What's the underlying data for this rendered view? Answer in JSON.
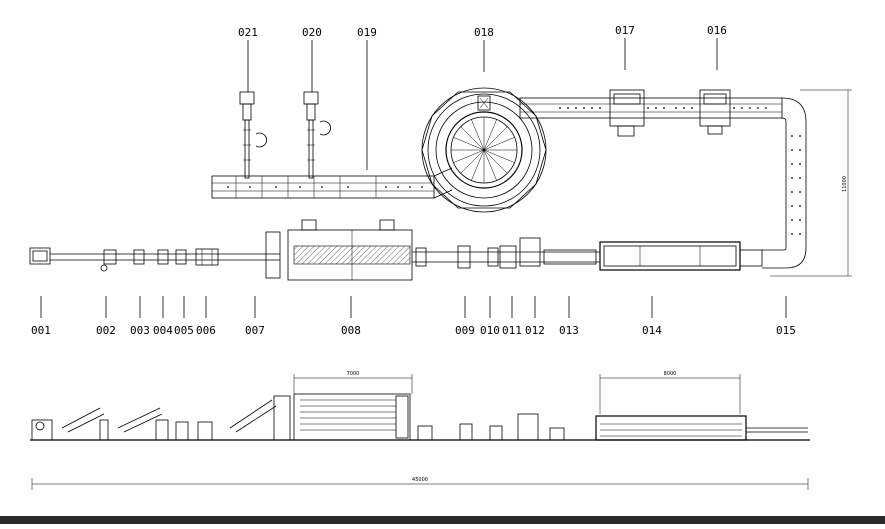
{
  "callouts_top": [
    {
      "id": "021",
      "label": "021"
    },
    {
      "id": "020",
      "label": "020"
    },
    {
      "id": "019",
      "label": "019"
    },
    {
      "id": "018",
      "label": "018"
    },
    {
      "id": "017",
      "label": "017"
    },
    {
      "id": "016",
      "label": "016"
    }
  ],
  "callouts_bottom": [
    {
      "id": "001",
      "label": "001"
    },
    {
      "id": "002",
      "label": "002"
    },
    {
      "id": "003",
      "label": "003"
    },
    {
      "id": "004",
      "label": "004"
    },
    {
      "id": "005",
      "label": "005"
    },
    {
      "id": "006",
      "label": "006"
    },
    {
      "id": "007",
      "label": "007"
    },
    {
      "id": "008",
      "label": "008"
    },
    {
      "id": "009",
      "label": "009"
    },
    {
      "id": "010",
      "label": "010"
    },
    {
      "id": "011",
      "label": "011"
    },
    {
      "id": "012",
      "label": "012"
    },
    {
      "id": "013",
      "label": "013"
    },
    {
      "id": "014",
      "label": "014"
    },
    {
      "id": "015",
      "label": "015"
    }
  ],
  "dimensions": {
    "height_right": "11000",
    "steam_width": "7000",
    "fryer_width": "8000",
    "total_length": "45000"
  }
}
